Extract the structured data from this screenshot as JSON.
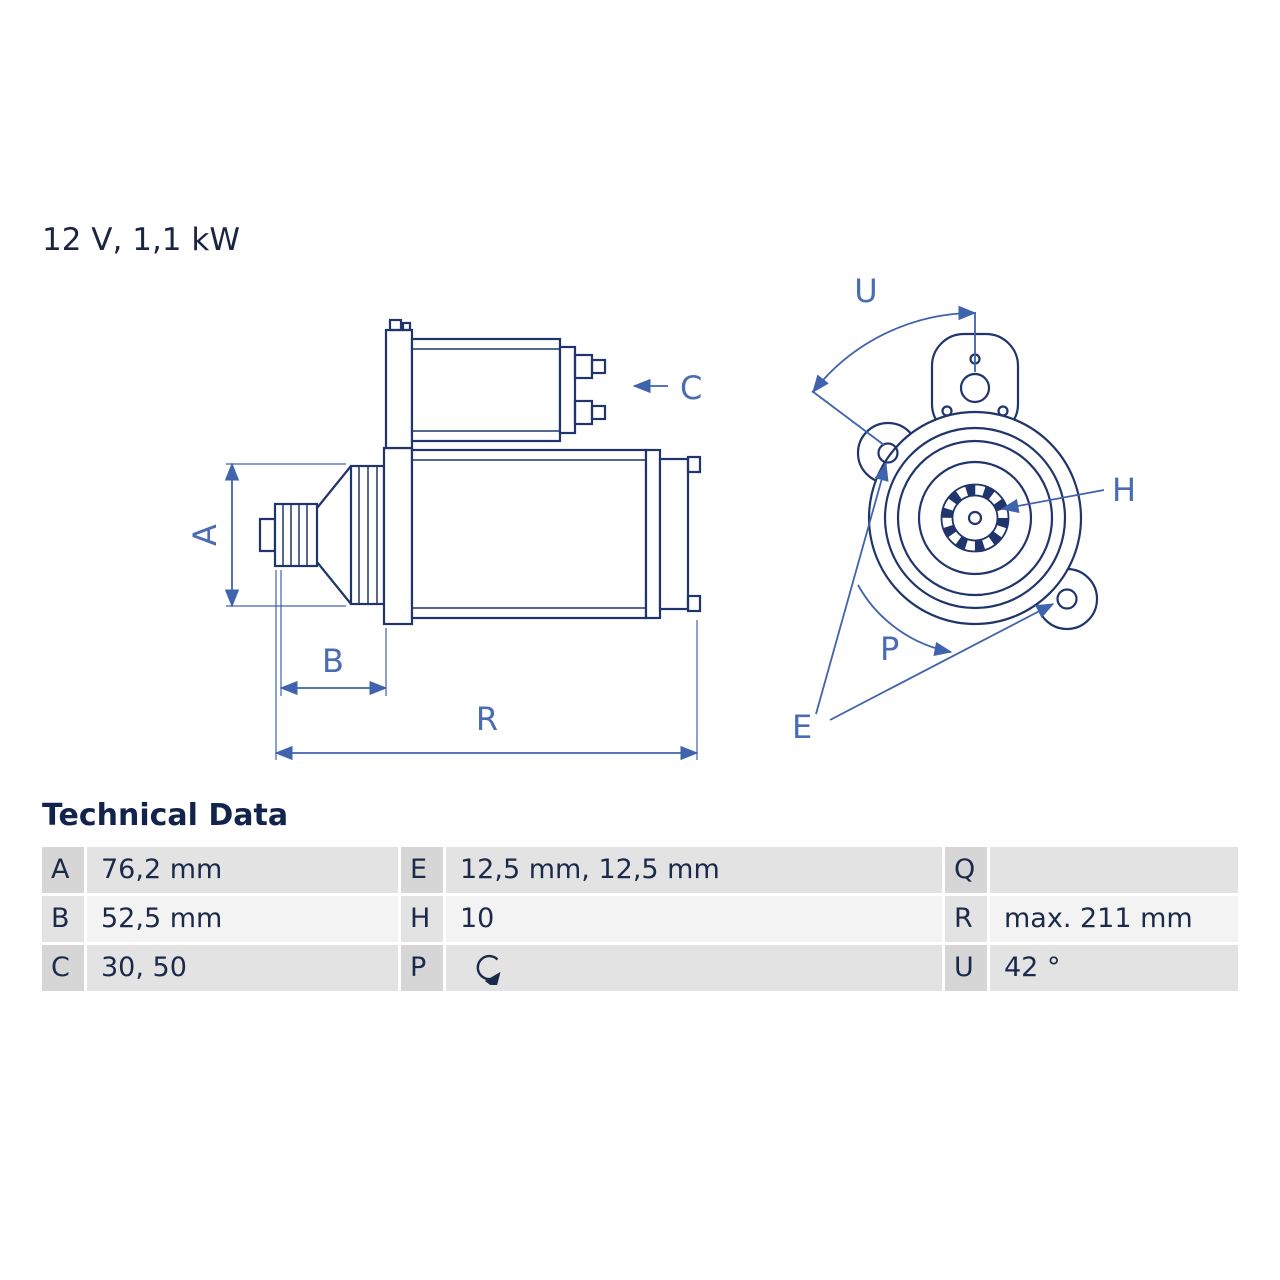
{
  "colors": {
    "outline": "#20356b",
    "dimension": "#4063ad",
    "text": "#1b2a4a",
    "row_dark": "#d6d6d6",
    "row_light": "#f3f3f3"
  },
  "header": {
    "spec": "12 V, 1,1 kW"
  },
  "drawing": {
    "labels": {
      "a": "A",
      "b": "B",
      "c": "C",
      "r": "R",
      "u": "U",
      "h": "H",
      "p": "P",
      "e": "E"
    }
  },
  "technical_data": {
    "title": "Technical Data",
    "p_icon": "rotation-direction-icon",
    "rows": [
      {
        "k1": "A",
        "v1": "76,2 mm",
        "k2": "E",
        "v2": "12,5 mm, 12,5 mm",
        "k3": "Q",
        "v3": ""
      },
      {
        "k1": "B",
        "v1": "52,5 mm",
        "k2": "H",
        "v2": "10",
        "k3": "R",
        "v3": "max. 211 mm"
      },
      {
        "k1": "C",
        "v1": "30, 50",
        "k2": "P",
        "v2": "",
        "k3": "U",
        "v3": "42 °"
      }
    ]
  }
}
